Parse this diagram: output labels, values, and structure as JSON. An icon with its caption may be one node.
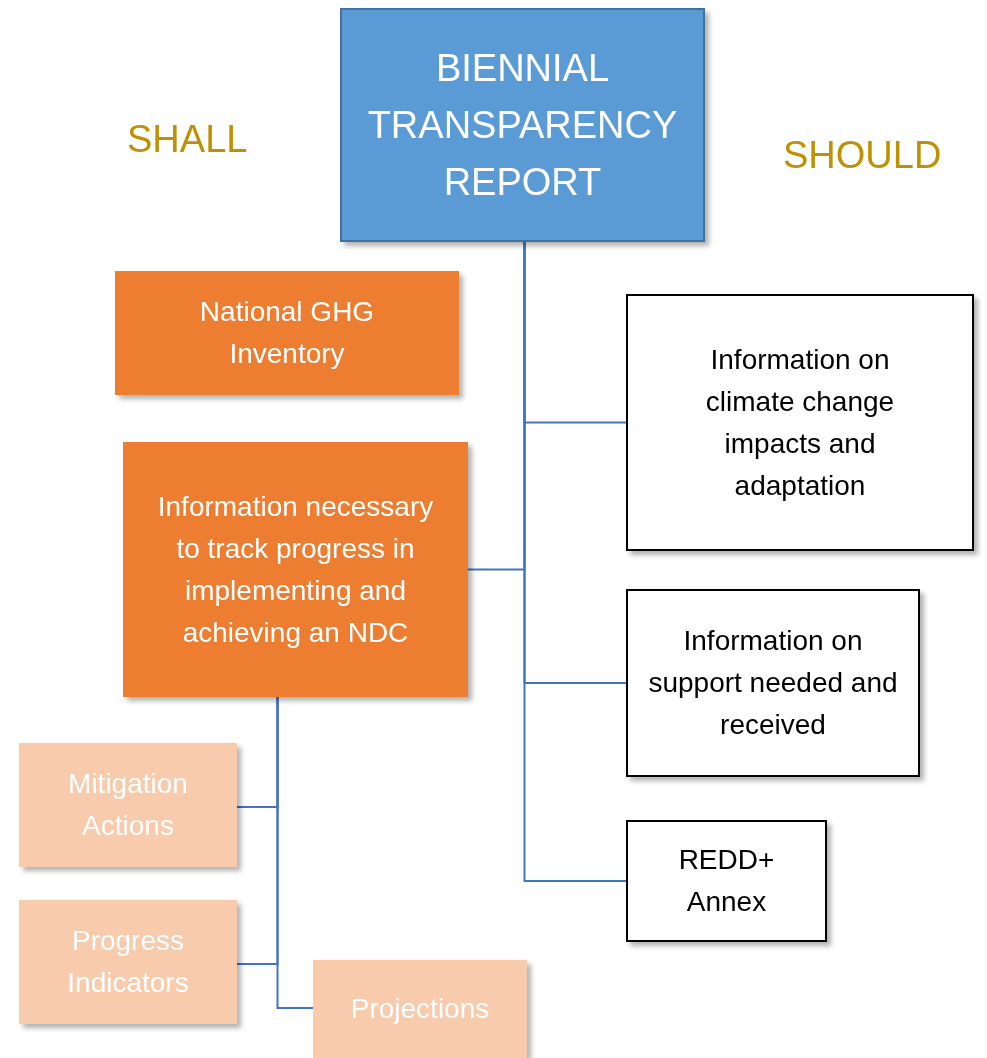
{
  "diagram": {
    "nodes": [
      {
        "text": [
          "BIENNIAL TRANSPARENCY REPORT"
        ]
      },
      {
        "text": [
          "National GHG Inventory"
        ]
      },
      {
        "text": [
          "Information necessary to track progress in implementing and achieving an NDC"
        ]
      },
      {
        "text": [
          "Information on climate change impacts and adaptation"
        ]
      },
      {
        "text": [
          "Information on support needed and received"
        ]
      },
      {
        "text": [
          "REDD+ Annex"
        ]
      },
      {
        "text": [
          "Mitigation Actions"
        ]
      },
      {
        "text": [
          "Progress Indicators"
        ]
      },
      {
        "text": [
          "Projections"
        ]
      }
    ],
    "edges": [
      {
        "from": 0,
        "to": 3,
        "arrow": "none"
      },
      {
        "from": 0,
        "to": 2,
        "arrow": "none"
      },
      {
        "from": 0,
        "to": 4,
        "arrow": "none"
      },
      {
        "from": 0,
        "to": 5,
        "arrow": "none"
      },
      {
        "from": 2,
        "to": 6,
        "arrow": "none"
      },
      {
        "from": 2,
        "to": 7,
        "arrow": "none"
      },
      {
        "from": 2,
        "to": 8,
        "arrow": "none"
      }
    ],
    "labels": [
      "SHALL",
      "SHOULD"
    ]
  }
}
